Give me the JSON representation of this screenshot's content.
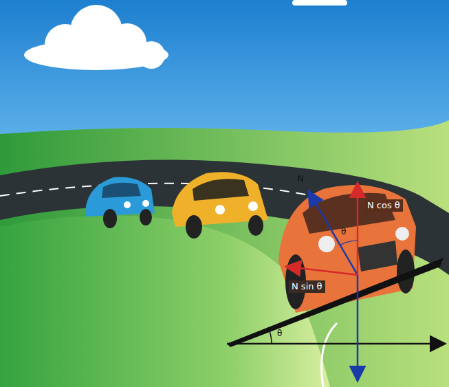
{
  "diagram": {
    "labels": [
      "N",
      "N cos θ",
      "N sin θ",
      "θ",
      "θ"
    ]
  }
}
